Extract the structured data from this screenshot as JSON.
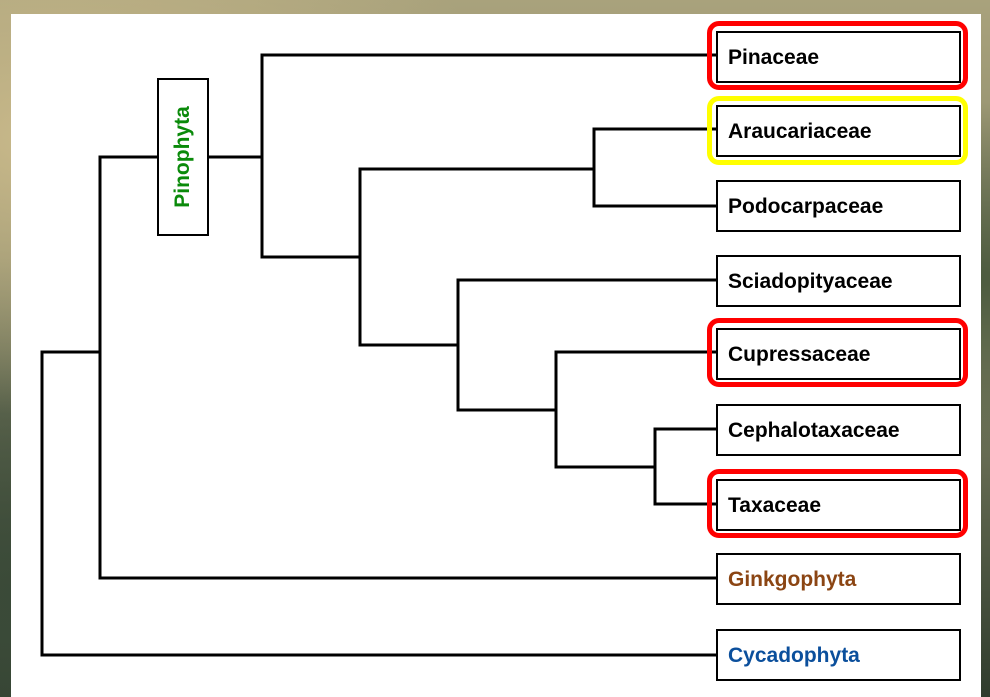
{
  "taxa": [
    {
      "label": "Pinaceae",
      "color": "#000000",
      "highlight": "red"
    },
    {
      "label": "Araucariaceae",
      "color": "#000000",
      "highlight": "yellow"
    },
    {
      "label": "Podocarpaceae",
      "color": "#000000",
      "highlight": "none"
    },
    {
      "label": "Sciadopityaceae",
      "color": "#000000",
      "highlight": "none"
    },
    {
      "label": "Cupressaceae",
      "color": "#000000",
      "highlight": "red"
    },
    {
      "label": "Cephalotaxaceae",
      "color": "#000000",
      "highlight": "none"
    },
    {
      "label": "Taxaceae",
      "color": "#000000",
      "highlight": "red"
    },
    {
      "label": "Ginkgophyta",
      "color": "#8b4513",
      "highlight": "none"
    },
    {
      "label": "Cycadophyta",
      "color": "#0b4f9c",
      "highlight": "none"
    }
  ],
  "clade": {
    "label": "Pinophyta",
    "color": "#0a8a0a"
  },
  "highlight_colors": {
    "red": "#ff0000",
    "yellow": "#ffff00"
  }
}
